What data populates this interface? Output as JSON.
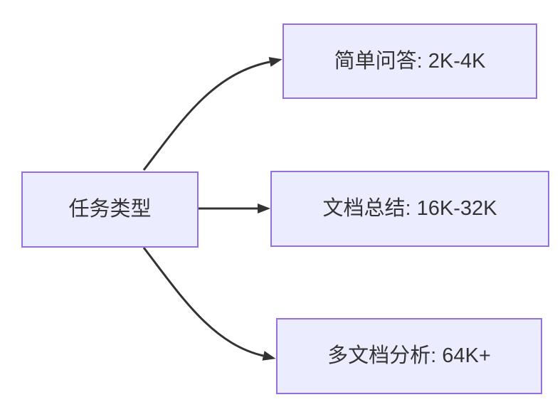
{
  "diagram": {
    "type": "flowchart-left-to-right",
    "root": {
      "id": "task-type",
      "label": "任务类型"
    },
    "children": [
      {
        "id": "simple-qa",
        "label": "简单问答: 2K-4K"
      },
      {
        "id": "doc-summary",
        "label": "文档总结: 16K-32K"
      },
      {
        "id": "multi-doc",
        "label": "多文档分析: 64K+"
      }
    ],
    "edges": [
      {
        "from": "任务类型",
        "to": "简单问答: 2K-4K"
      },
      {
        "from": "任务类型",
        "to": "文档总结: 16K-32K"
      },
      {
        "from": "任务类型",
        "to": "多文档分析: 64K+"
      }
    ],
    "colors": {
      "node_fill": "#ECECFF",
      "node_border": "#9370DB",
      "edge": "#333333",
      "text": "#333333",
      "background": "#FFFFFF"
    }
  }
}
